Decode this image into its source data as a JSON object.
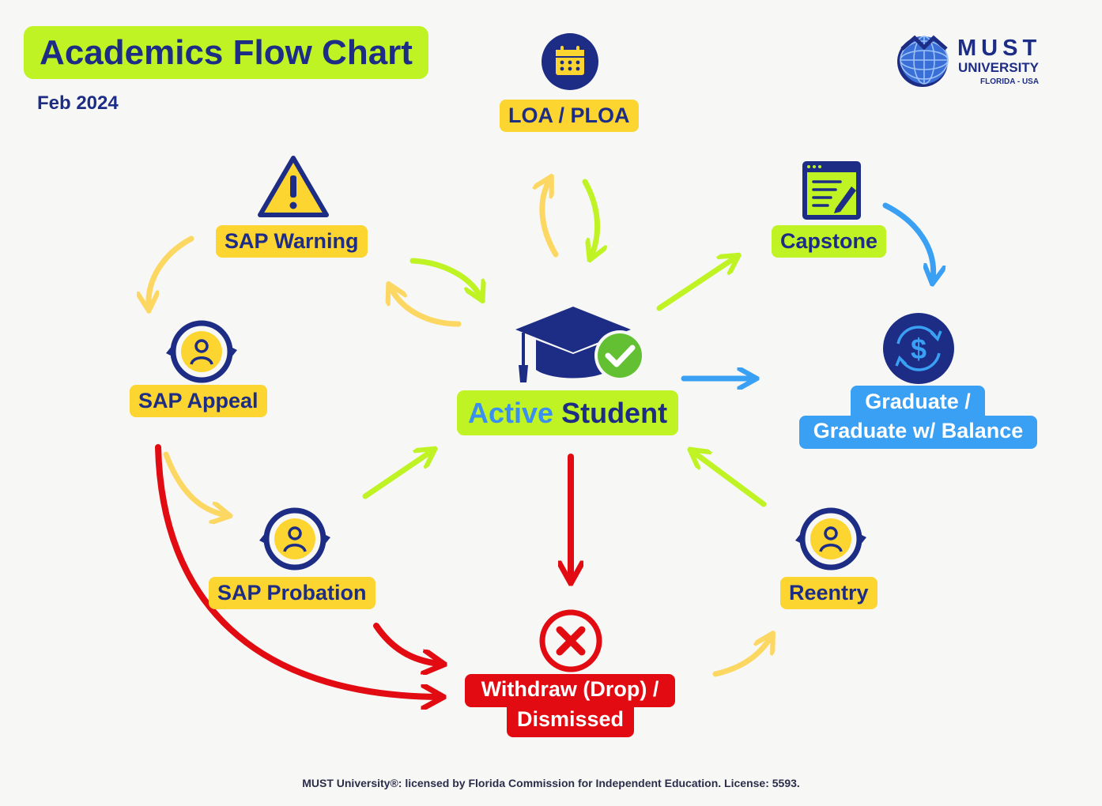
{
  "header": {
    "title": "Academics Flow Chart",
    "date": "Feb 2024"
  },
  "logo": {
    "name": "MUST",
    "subtitle": "UNIVERSITY",
    "location": "FLORIDA - USA"
  },
  "nodes": {
    "loa": "LOA / PLOA",
    "sap_warning": "SAP Warning",
    "capstone": "Capstone",
    "sap_appeal": "SAP Appeal",
    "active_word": "Active",
    "student_word": "Student",
    "graduate_line1": "Graduate /",
    "graduate_line2": "Graduate w/ Balance",
    "sap_probation": "SAP Probation",
    "reentry": "Reentry",
    "withdraw_line1": "Withdraw (Drop) /",
    "withdraw_line2": "Dismissed"
  },
  "footer": "MUST University®: licensed by Florida Commission for Independent Education. License: 5593.",
  "colors": {
    "navy": "#1d2d86",
    "yellow": "#fcd531",
    "lime": "#bff323",
    "blue": "#3aa0f4",
    "red": "#e30b12",
    "arrow_yellow": "#fcd762",
    "arrow_lime": "#bff323"
  },
  "icons": {
    "loa": "calendar-icon",
    "sap_warning": "warning-triangle-icon",
    "capstone": "document-edit-icon",
    "sap_appeal": "person-cycle-icon",
    "active": "graduation-cap-check-icon",
    "graduate": "dollar-cycle-icon",
    "sap_probation": "person-cycle-icon",
    "reentry": "person-cycle-icon",
    "withdraw": "x-circle-icon"
  }
}
